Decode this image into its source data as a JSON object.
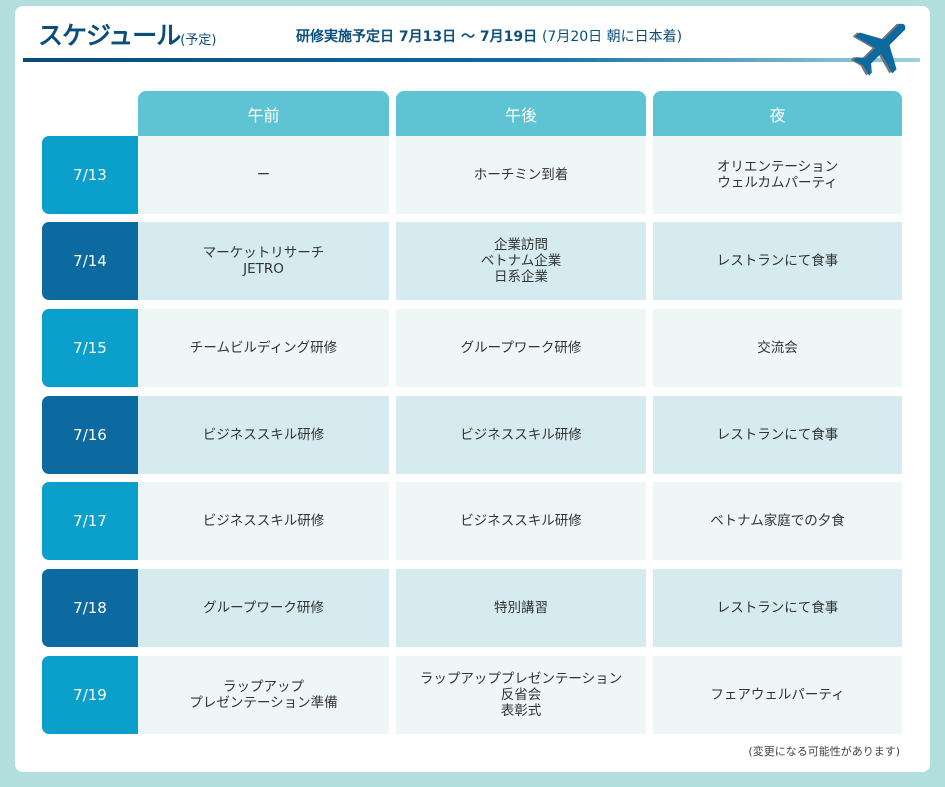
{
  "header": {
    "title": "スケジュール",
    "title_suffix": "(予定)",
    "period_label": "研修実施予定日 7月13日 ～ 7月19日",
    "period_note": "(7月20日 朝に日本着)"
  },
  "columns": [
    "午前",
    "午後",
    "夜"
  ],
  "rows": [
    {
      "date": "7/13",
      "cells": [
        "ー",
        "ホーチミン到着",
        "オリエンテーション\nウェルカムパーティ"
      ]
    },
    {
      "date": "7/14",
      "cells": [
        "マーケットリサーチ\nJETRO",
        "企業訪問\nベトナム企業\n日系企業",
        "レストランにて食事"
      ]
    },
    {
      "date": "7/15",
      "cells": [
        "チームビルディング研修",
        "グループワーク研修",
        "交流会"
      ]
    },
    {
      "date": "7/16",
      "cells": [
        "ビジネススキル研修",
        "ビジネススキル研修",
        "レストランにて食事"
      ]
    },
    {
      "date": "7/17",
      "cells": [
        "ビジネススキル研修",
        "ビジネススキル研修",
        "ベトナム家庭での夕食"
      ]
    },
    {
      "date": "7/18",
      "cells": [
        "グループワーク研修",
        "特別講習",
        "レストランにて食事"
      ]
    },
    {
      "date": "7/19",
      "cells": [
        "ラップアップ\nプレゼンテーション準備",
        "ラップアッププレゼンテーション\n反省会\n表彰式",
        "フェアウェルパーティ"
      ]
    }
  ],
  "colors": {
    "date_light": "#0ba0cc",
    "date_dark": "#0c6aa0",
    "cell_light": "#eef6f6",
    "cell_dark": "#d5ebf0",
    "header": "#5ec4d4"
  },
  "footnote": "(変更になる可能性があります)"
}
